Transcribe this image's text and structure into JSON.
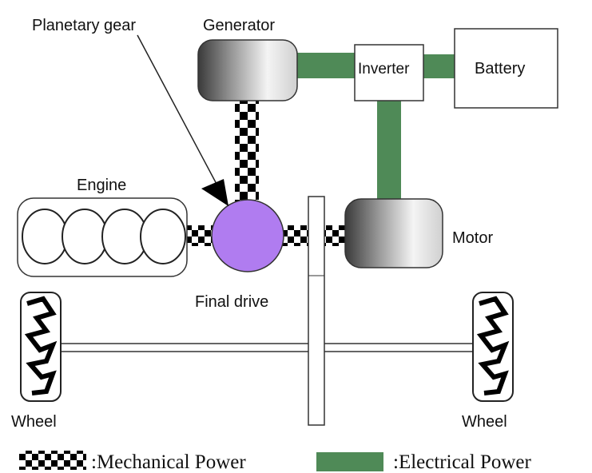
{
  "labels": {
    "planetary_gear": "Planetary gear",
    "generator": "Generator",
    "inverter": "Inverter",
    "battery": "Battery",
    "engine": "Engine",
    "motor": "Motor",
    "final_drive": "Final drive",
    "wheel_left": "Wheel",
    "wheel_right": "Wheel"
  },
  "legend": {
    "mechanical": ":Mechanical Power",
    "electrical": ":Electrical Power"
  },
  "colors": {
    "electrical_power": "#4f8a57",
    "planetary_gear": "#b07cf0",
    "outline": "#222222"
  }
}
